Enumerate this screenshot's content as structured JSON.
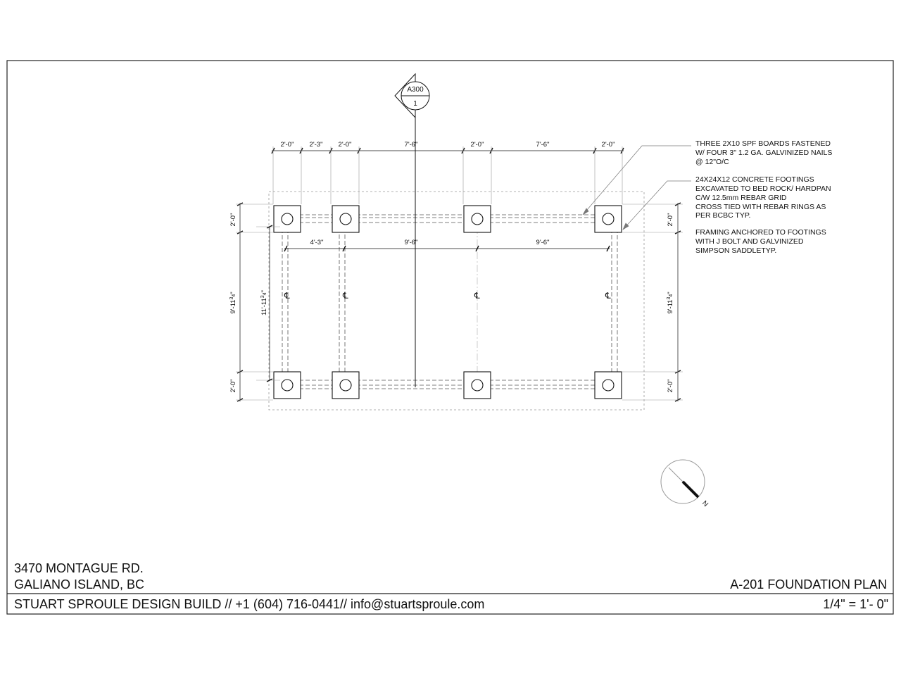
{
  "section_marker": {
    "sheet": "A300",
    "number": "1"
  },
  "top_dimensions": [
    "2'-0\"",
    "2'-3\"",
    "2'-0\"",
    "7'-6\"",
    "2'-0\"",
    "7'-6\"",
    "2'-0\""
  ],
  "inner_dimensions": [
    "4'-3\"",
    "9'-6\"",
    "9'-6\""
  ],
  "left_dimensions": {
    "top": "2'-0\"",
    "middle": "9'-11",
    "middle_frac": "3",
    "middle_den": "4",
    "middle_end": "\"",
    "bottom": "2'-0\""
  },
  "left_inner_dimension": {
    "whole": "11'-11",
    "frac": "3",
    "den": "4",
    "end": "\""
  },
  "right_dimensions": {
    "top": "2'-0\"",
    "middle": "9'-11",
    "middle_frac": "3",
    "middle_den": "4",
    "middle_end": "\"",
    "bottom": "2'-0\""
  },
  "centerline_symbol": "℄",
  "notes": {
    "boards": [
      "THREE 2X10 SPF BOARDS FASTENED",
      "W/ FOUR 3\" 1.2 GA. GALVINIZED NAILS",
      "@ 12\"O/C"
    ],
    "footings": [
      "24X24X12 CONCRETE FOOTINGS",
      "EXCAVATED TO BED ROCK/ HARDPAN",
      "C/W 12.5mm REBAR GRID",
      "CROSS TIED WITH REBAR RINGS AS",
      "PER BCBC TYP."
    ],
    "framing": [
      "FRAMING ANCHORED TO FOOTINGS",
      "WITH J BOLT AND GALVINIZED",
      "SIMPSON SADDLETYP."
    ]
  },
  "north_arrow_label": "N",
  "title_block": {
    "address_line1": "3470 MONTAGUE RD.",
    "address_line2": "GALIANO ISLAND, BC",
    "drawing_title": "A-201 FOUNDATION PLAN",
    "company_line": "STUART SPROULE DESIGN BUILD // +1 (604) 716-0441// info@stuartsproule.com",
    "scale": "1/4\" = 1'- 0\""
  }
}
